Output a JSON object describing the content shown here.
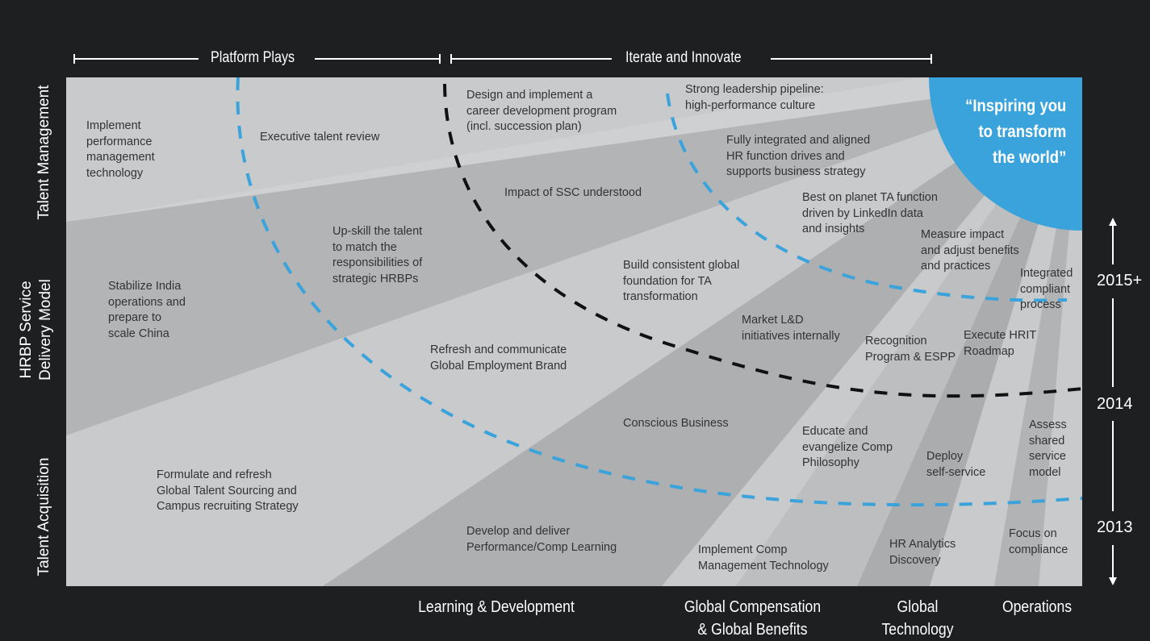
{
  "phases": [
    {
      "label": "Platform Plays"
    },
    {
      "label": "Iterate and Innovate"
    }
  ],
  "rows": [
    {
      "label": "Talent Management"
    },
    {
      "label": "HRBP Service\nDelivery Model"
    },
    {
      "label": "Talent Acquisition"
    }
  ],
  "columns": [
    {
      "label": "Learning & Development"
    },
    {
      "label": "Global Compensation\n& Global Benefits"
    },
    {
      "label": "Global\nTechnology"
    },
    {
      "label": "Operations"
    }
  ],
  "years": [
    {
      "label": "2015+"
    },
    {
      "label": "2014"
    },
    {
      "label": "2013"
    }
  ],
  "vision": "“Inspiring you\nto transform\nthe world”",
  "items": [
    "Implement\nperformance\nmanagement\ntechnology",
    "Executive talent review",
    "Design and implement a\ncareer development program\n(incl. succession plan)",
    "Strong leadership pipeline:\nhigh-performance culture",
    "Fully integrated and aligned\nHR function drives and\nsupports business strategy",
    "Impact of SSC understood",
    "Best on planet TA function\ndriven by LinkedIn data\nand insights",
    "Up-skill the talent\nto match the\nresponsibilities of\nstrategic HRBPs",
    "Measure impact\nand adjust benefits\nand practices",
    "Build consistent global\nfoundation for TA\ntransformation",
    "Integrated\ncompliant\nprocess",
    "Stabilize India\noperations and\nprepare to\nscale China",
    "Market L&D\ninitiatives internally",
    "Recognition\nProgram & ESPP",
    "Execute HRIT\nRoadmap",
    "Refresh and communicate\nGlobal Employment Brand",
    "Conscious Business",
    "Educate and\nevangelize Comp\nPhilosophy",
    "Deploy\nself-service",
    "Assess\nshared\nservice\nmodel",
    "Formulate and refresh\nGlobal Talent Sourcing and\nCampus recruiting Strategy",
    "Develop and deliver\nPerformance/Comp Learning",
    "Implement Comp\nManagement Technology",
    "HR Analytics\nDiscovery",
    "Focus on\ncompliance"
  ],
  "colors": {
    "accent": "#3aa3db",
    "light": "#c9cacc",
    "dark": "#a8a9ab",
    "background": "#1e1f21"
  }
}
